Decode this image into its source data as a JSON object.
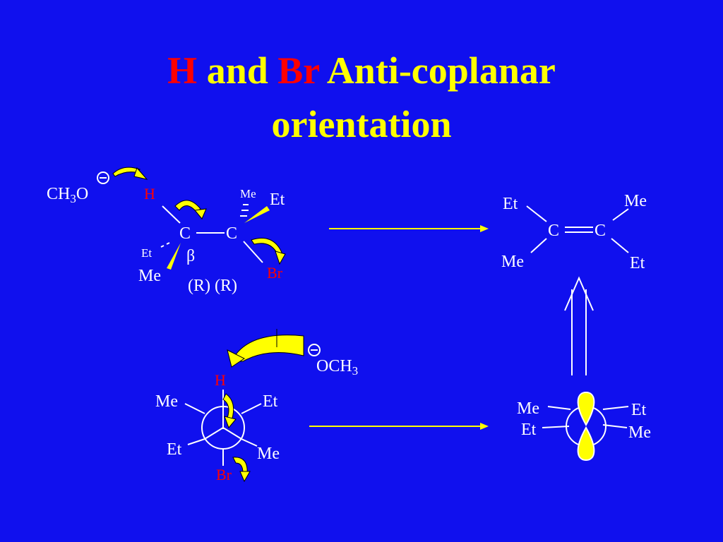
{
  "title": {
    "part_h": "H",
    "part_and": "and",
    "part_br": "Br",
    "part_rest": "Anti-coplanar",
    "line2": "orientation"
  },
  "reactant": {
    "methoxide": "CH",
    "methoxide_sub": "3",
    "methoxide_o": "O",
    "charge": "−",
    "h": "H",
    "c1": "C",
    "c2": "C",
    "me_top": "Me",
    "et_right": "Et",
    "et_left": "Et",
    "me_left": "Me",
    "beta": "β",
    "br": "Br",
    "config": "(R)  (R)"
  },
  "alkene": {
    "et_tl": "Et",
    "me_tr": "Me",
    "c_left": "C",
    "c_right": "C",
    "me_bl": "Me",
    "et_br": "Et"
  },
  "newman": {
    "h": "H",
    "me_ul": "Me",
    "et_ur": "Et",
    "et_ll": "Et",
    "me_lr": "Me",
    "br": "Br",
    "base": "OCH",
    "base_sub": "3",
    "charge": "−"
  },
  "p_orbital": {
    "me_ul": "Me",
    "et_ll": "Et",
    "et_ur": "Et",
    "me_lr": "Me"
  },
  "colors": {
    "background": "#1010ee",
    "title": "#ffff00",
    "highlight": "#ff0000",
    "arrow": "#ffff00"
  }
}
